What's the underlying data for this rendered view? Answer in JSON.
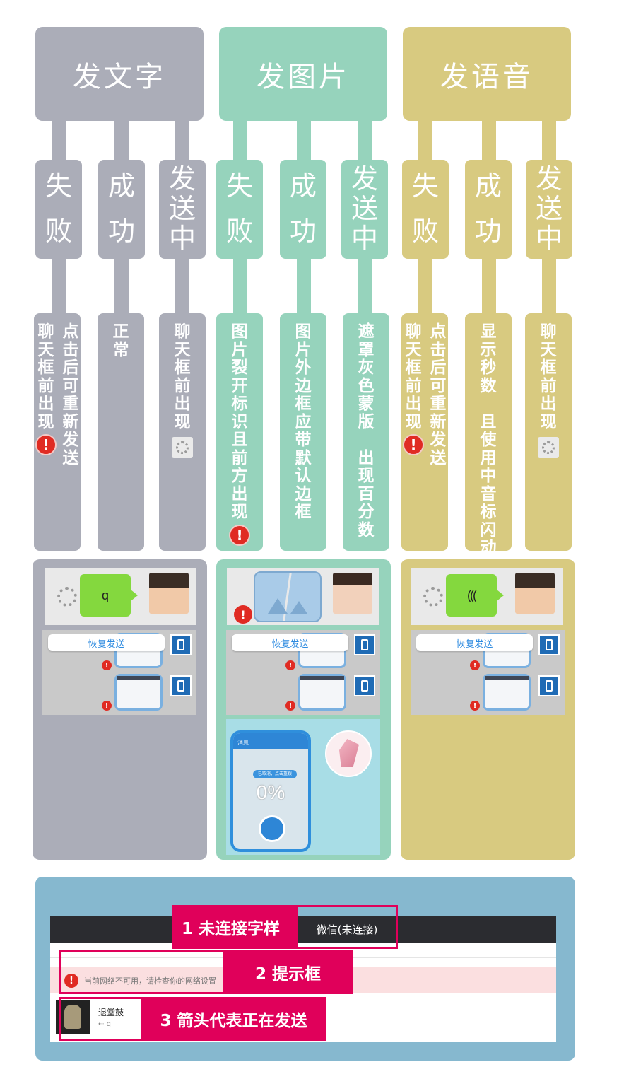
{
  "colors": {
    "gray": "#abadb8",
    "teal": "#96d3bc",
    "gold": "#d8ca80",
    "bottom_panel": "#86b8cf",
    "tag": "#e0005a"
  },
  "columns": [
    {
      "header": "发文字",
      "statuses": [
        {
          "chars": [
            "失",
            "败"
          ],
          "desc_lines": [
            "点击后可重新发送",
            "聊天框前出现"
          ],
          "icon": "error-icon"
        },
        {
          "chars": [
            "成",
            "功"
          ],
          "desc_lines": [
            "正常"
          ],
          "icon": ""
        },
        {
          "chars": [
            "发",
            "送",
            "中"
          ],
          "desc_lines": [
            "聊天框前出现"
          ],
          "icon": "spinner-icon"
        }
      ]
    },
    {
      "header": "发图片",
      "statuses": [
        {
          "chars": [
            "失",
            "败"
          ],
          "desc_lines": [
            "图片裂开标识且前方出现"
          ],
          "icon": "error-icon"
        },
        {
          "chars": [
            "成",
            "功"
          ],
          "desc_lines": [
            "图片外边框应带默认边框"
          ],
          "icon": ""
        },
        {
          "chars": [
            "发",
            "送",
            "中"
          ],
          "desc_lines": [
            "遮罩灰色蒙版 出现百分数"
          ],
          "icon": ""
        }
      ]
    },
    {
      "header": "发语音",
      "statuses": [
        {
          "chars": [
            "失",
            "败"
          ],
          "desc_lines": [
            "点击后可重新发送",
            "聊天框前出现"
          ],
          "icon": "error-icon"
        },
        {
          "chars": [
            "成",
            "功"
          ],
          "desc_lines": [
            "显示秒数 且使用中音标闪动"
          ],
          "icon": ""
        },
        {
          "chars": [
            "发",
            "送",
            "中"
          ],
          "desc_lines": [
            "聊天框前出现"
          ],
          "icon": "spinner-icon"
        }
      ]
    }
  ],
  "examples": {
    "text_bubble": "q",
    "retry_label": "恢复发送",
    "voice_icon": "((("
  },
  "upload": {
    "percent": "0%",
    "canceled_text": "已取消，点击重拨",
    "nav_left": "消息"
  },
  "bottom": {
    "tag1": "1 未连接字样",
    "title_state": "微信(未连接)",
    "tag2": "2 提示框",
    "network_warning": "当前网络不可用，请检查你的网络设置",
    "tag3": "3 箭头代表正在发送",
    "contact_name": "退堂鼓",
    "contact_preview": "q"
  }
}
